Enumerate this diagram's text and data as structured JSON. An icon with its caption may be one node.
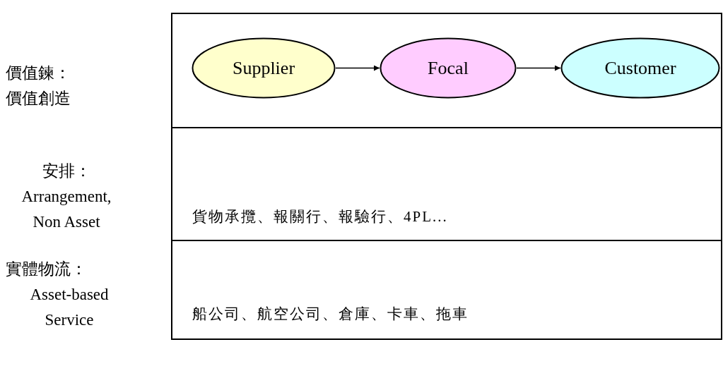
{
  "diagram": {
    "nodes": [
      {
        "text": [],
        "shape": "box",
        "beside": [
          "價值鍊：",
          "價值創造"
        ]
      },
      {
        "text": [
          "Supplier"
        ],
        "in": 0
      },
      {
        "text": [
          "Focal"
        ],
        "in": 0
      },
      {
        "text": [
          "Customer"
        ],
        "in": 0
      },
      {
        "text": [
          "貨物承攬、報關行、報驗行、4PL..."
        ],
        "beside": [
          "安排：",
          "Arrangement, Non Asset"
        ]
      },
      {
        "text": [
          "船公司、航空公司、倉庫、卡車、拖車"
        ],
        "beside": [
          "實體物流：",
          "Asset-based Service"
        ]
      }
    ],
    "edges": [
      {
        "from": 1,
        "to": 2,
        "arrow": "to"
      },
      {
        "from": 2,
        "to": 3,
        "arrow": "to"
      }
    ]
  }
}
